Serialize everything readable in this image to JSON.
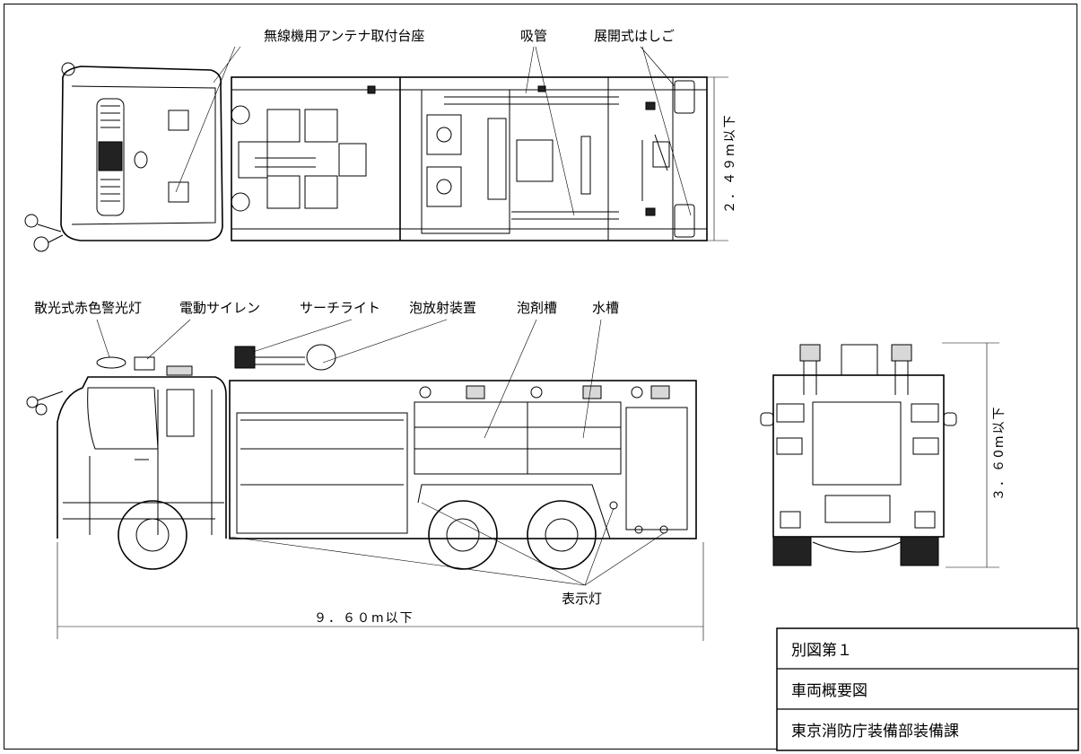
{
  "labels": {
    "antenna": "無線機用アンテナ取付台座",
    "suction_pipe": "吸管",
    "ladder": "展開式はしご",
    "beacon": "散光式赤色警光灯",
    "siren": "電動サイレン",
    "searchlight": "サーチライト",
    "foam_nozzle": "泡放射装置",
    "foam_tank": "泡剤槽",
    "water_tank": "水槽",
    "indicator": "表示灯"
  },
  "dimensions": {
    "width": "２．４９m以下",
    "length": "９．６０m以下",
    "height": "３．６0m以下"
  },
  "title_block": {
    "figure": "別図第１",
    "name": "車両概要図",
    "department": "東京消防庁装備部装備課"
  }
}
